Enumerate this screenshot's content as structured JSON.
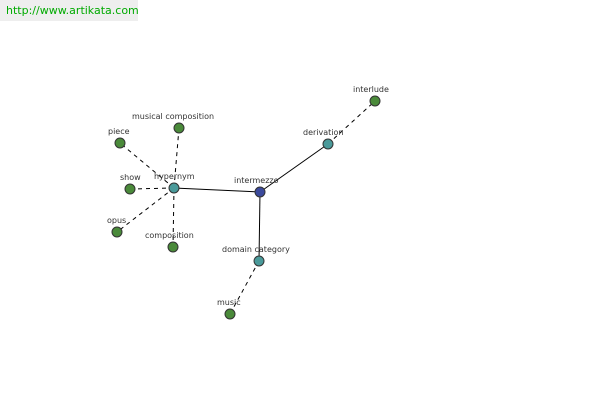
{
  "header": {
    "url": "http://www.artikata.com"
  },
  "colors": {
    "center_node": "#3b4a9c",
    "relation_node": "#4a9a9a",
    "leaf_node": "#4a8a3a",
    "url_text": "#00aa00"
  },
  "nodes": [
    {
      "id": "intermezzo",
      "label": "intermezzo",
      "kind": "center"
    },
    {
      "id": "hypernym",
      "label": "hypernym",
      "kind": "relation"
    },
    {
      "id": "derivation",
      "label": "derivation",
      "kind": "relation"
    },
    {
      "id": "domain-category",
      "label": "domain category",
      "kind": "relation"
    },
    {
      "id": "musical-composition",
      "label": "musical composition",
      "kind": "leaf"
    },
    {
      "id": "piece",
      "label": "piece",
      "kind": "leaf"
    },
    {
      "id": "show",
      "label": "show",
      "kind": "leaf"
    },
    {
      "id": "opus",
      "label": "opus",
      "kind": "leaf"
    },
    {
      "id": "composition",
      "label": "composition",
      "kind": "leaf"
    },
    {
      "id": "interlude",
      "label": "interlude",
      "kind": "leaf"
    },
    {
      "id": "music",
      "label": "music",
      "kind": "leaf"
    }
  ],
  "edges": [
    {
      "from": "intermezzo",
      "to": "hypernym",
      "style": "solid"
    },
    {
      "from": "intermezzo",
      "to": "derivation",
      "style": "solid"
    },
    {
      "from": "intermezzo",
      "to": "domain-category",
      "style": "solid"
    },
    {
      "from": "hypernym",
      "to": "musical-composition",
      "style": "dashed"
    },
    {
      "from": "hypernym",
      "to": "piece",
      "style": "dashed"
    },
    {
      "from": "hypernym",
      "to": "show",
      "style": "dashed"
    },
    {
      "from": "hypernym",
      "to": "opus",
      "style": "dashed"
    },
    {
      "from": "hypernym",
      "to": "composition",
      "style": "dashed"
    },
    {
      "from": "derivation",
      "to": "interlude",
      "style": "dashed"
    },
    {
      "from": "domain-category",
      "to": "music",
      "style": "dashed"
    }
  ]
}
